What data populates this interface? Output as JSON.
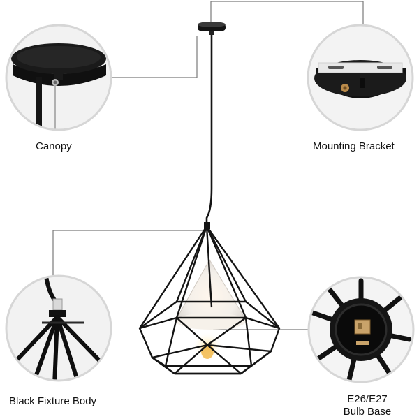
{
  "callouts": {
    "canopy": {
      "label": "Canopy",
      "icon": "canopy-closeup"
    },
    "mounting_bracket": {
      "label": "Mounting Bracket",
      "icon": "mounting-bracket-closeup"
    },
    "fixture_body": {
      "label": "Black Fixture Body",
      "icon": "fixture-body-closeup"
    },
    "bulb_base": {
      "line1": "E26/E27",
      "line2": "Bulb Base",
      "icon": "bulb-socket-closeup"
    }
  },
  "colors": {
    "metal": "#141414",
    "shade": "#f4f1ee",
    "leader": "#7a7a7a",
    "circle_border": "#d6d6d6",
    "circle_fill": "#efefef"
  }
}
